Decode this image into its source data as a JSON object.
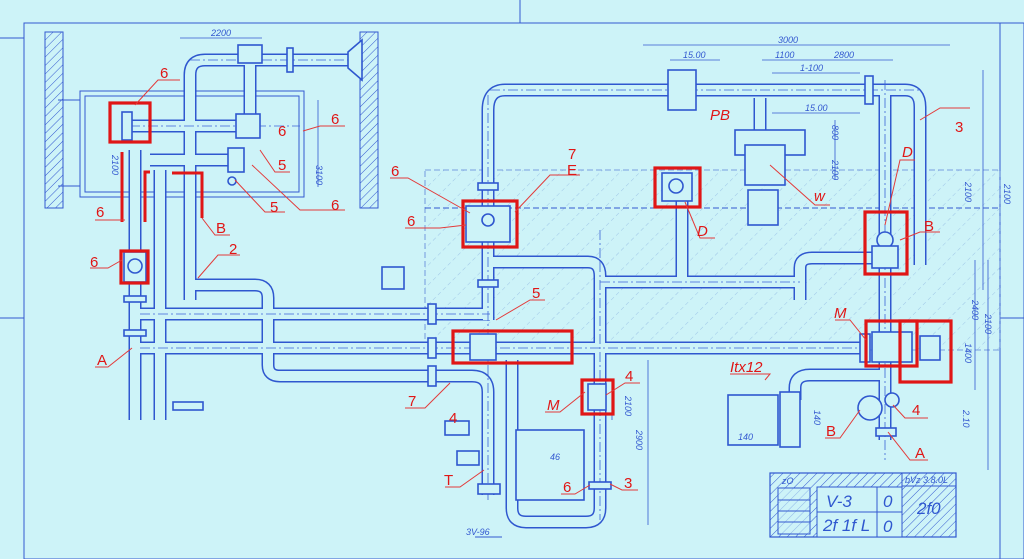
{
  "drawing": {
    "colors": {
      "background": "#cdf3f8",
      "linework": "#2f57cf",
      "markup": "#e01616"
    },
    "dimensions": {
      "top_left_width": "2200",
      "overall_right": "3000",
      "seg_a": "15.00",
      "seg_b": "1100",
      "seg_c": "2800",
      "seg_d": "1-100",
      "seg_e": "15.00",
      "box_height": "3100",
      "inner_height": "2100",
      "right_v1": "2100",
      "right_v2": "2100",
      "right_v3": "2400",
      "right_v4": "2100",
      "right_v5": "1400",
      "right_v6": "2.10",
      "tank_width": "46",
      "mid_v1": "2100",
      "mid_v2": "2900",
      "unit_width": "140",
      "unit_height": "140",
      "motor_h1": "800",
      "motor_h2": "2100"
    },
    "labels": {
      "l6a": "6",
      "l6b": "6",
      "l6c": "6",
      "l5a": "5",
      "l5b": "5",
      "l6d": "6",
      "l6e": "6",
      "lBa": "B",
      "l2": "2",
      "l6f": "6",
      "lAa": "A",
      "l6g": "6",
      "l6h": "6",
      "l7a": "7",
      "lE": "E",
      "lPB": "PB",
      "lDa": "D",
      "l3a": "3",
      "lw": "w",
      "lDb": "D",
      "lBb": "B",
      "l5c": "5",
      "lMa": "M",
      "lItx": "Itx12",
      "l4a": "4",
      "lMb": "M",
      "l7b": "7",
      "l4b": "4",
      "lBc": "B",
      "lAb": "A",
      "l4c": "4",
      "lT": "T",
      "l6i": "6",
      "l3b": "3"
    },
    "drawing_number": "3V-96",
    "title_block": {
      "code": "V-3",
      "rev1": "0",
      "sub": "2f 1f L",
      "rev2": "0",
      "ref": "bVz 3.8.0L",
      "sheet": "2f0",
      "small": "zO"
    }
  }
}
